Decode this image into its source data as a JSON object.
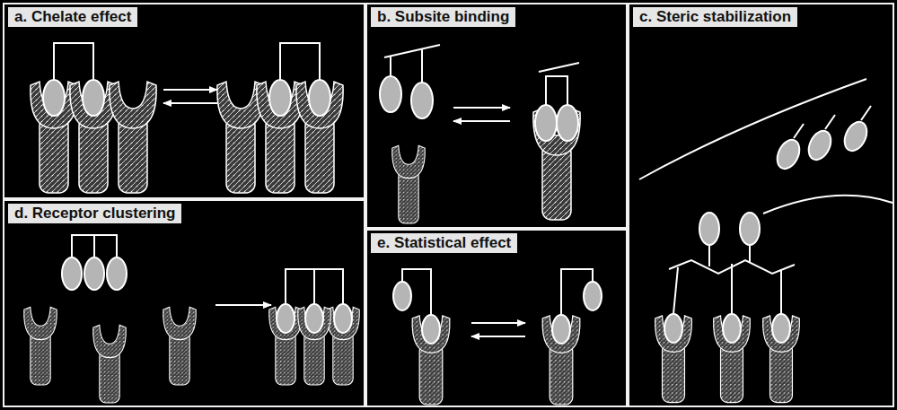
{
  "diagram": {
    "nodes": [
      {
        "text": [
          "a. Chelate effect"
        ]
      },
      {
        "text": [
          "b. Subsite binding"
        ]
      },
      {
        "text": [
          "c. Steric stabilization"
        ]
      },
      {
        "text": [
          "d. Receptor clustering"
        ]
      },
      {
        "text": [
          "e. Statistical effect"
        ]
      }
    ]
  }
}
